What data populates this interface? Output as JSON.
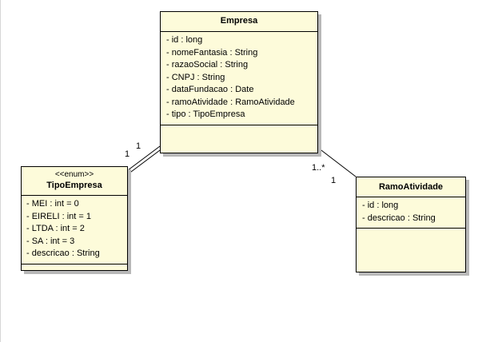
{
  "classes": {
    "empresa": {
      "name": "Empresa",
      "stereotype": "",
      "attributes": [
        "- id : long",
        "- nomeFantasia : String",
        "- razaoSocial : String",
        "- CNPJ : String",
        "- dataFundacao : Date",
        "- ramoAtividade : RamoAtividade",
        "- tipo : TipoEmpresa"
      ]
    },
    "tipo_empresa": {
      "name": "TipoEmpresa",
      "stereotype": "<<enum>>",
      "attributes": [
        "- MEI : int = 0",
        "- EIRELI : int = 1",
        "- LTDA : int = 2",
        "- SA : int = 3",
        "- descricao : String"
      ]
    },
    "ramo_atividade": {
      "name": "RamoAtividade",
      "stereotype": "",
      "attributes": [
        "- id : long",
        "- descricao : String"
      ]
    }
  },
  "associations": {
    "empresa_tipo": {
      "multiplicity_tipo_side": "1",
      "multiplicity_empresa_side": "1"
    },
    "empresa_ramo": {
      "multiplicity_empresa_side": "1..*",
      "multiplicity_ramo_side": "1"
    }
  }
}
